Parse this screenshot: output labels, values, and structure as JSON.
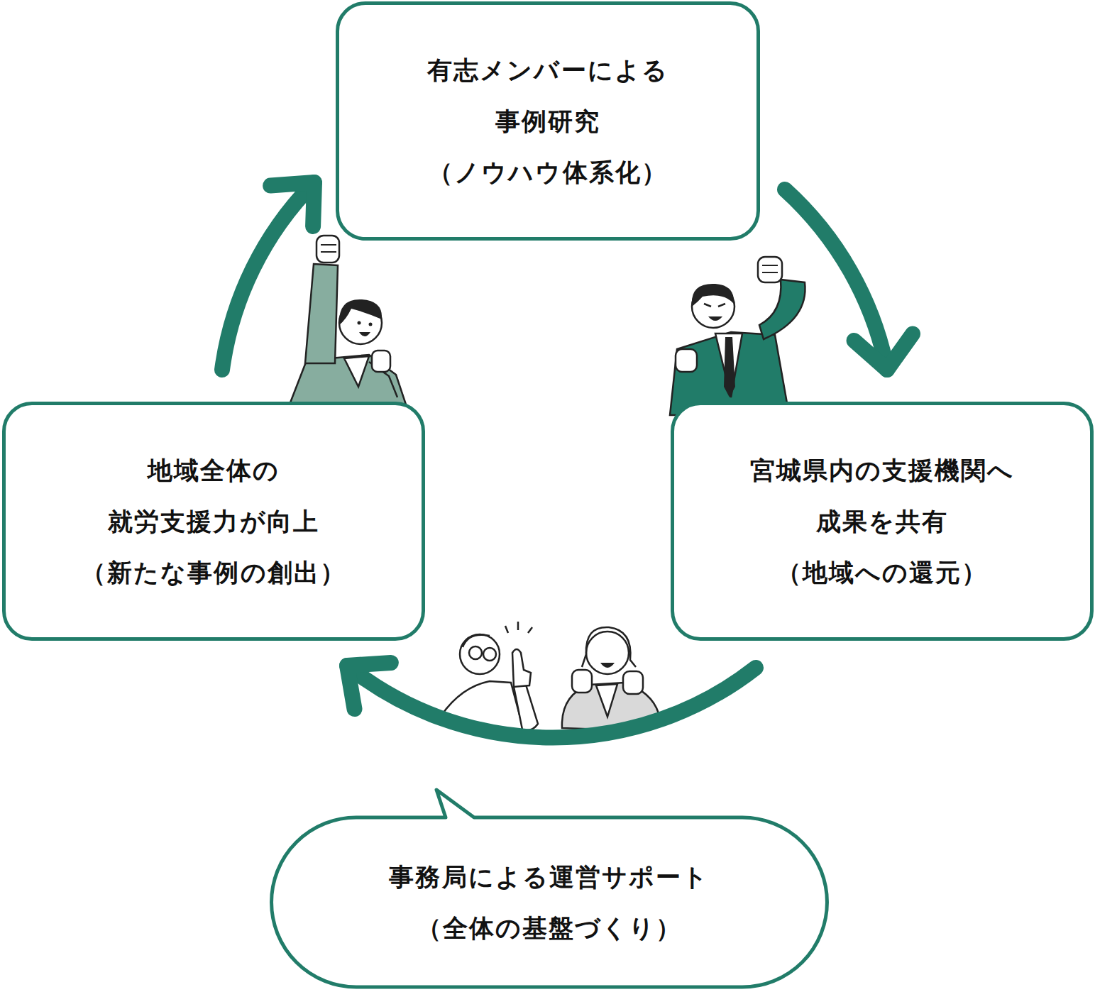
{
  "diagram": {
    "nodes": [
      {
        "text": [
          "有志メンバーによる 事例研究",
          "（ノウハウ体系化）"
        ]
      },
      {
        "text": [
          "宮城県内の支援機関へ 成果を共有",
          "（地域への還元）"
        ]
      },
      {
        "text": [
          "地域全体の 就労支援力が向上",
          "（新たな事例の創出）"
        ]
      },
      {
        "text": [
          "事務局による運営サポート",
          "（全体の基盤づくり）"
        ]
      }
    ],
    "edges": [
      {
        "from": 0,
        "to": 1,
        "arrow": "to"
      },
      {
        "from": 1,
        "to": 2,
        "arrow": "to"
      },
      {
        "from": 2,
        "to": 0,
        "arrow": "to"
      }
    ]
  }
}
